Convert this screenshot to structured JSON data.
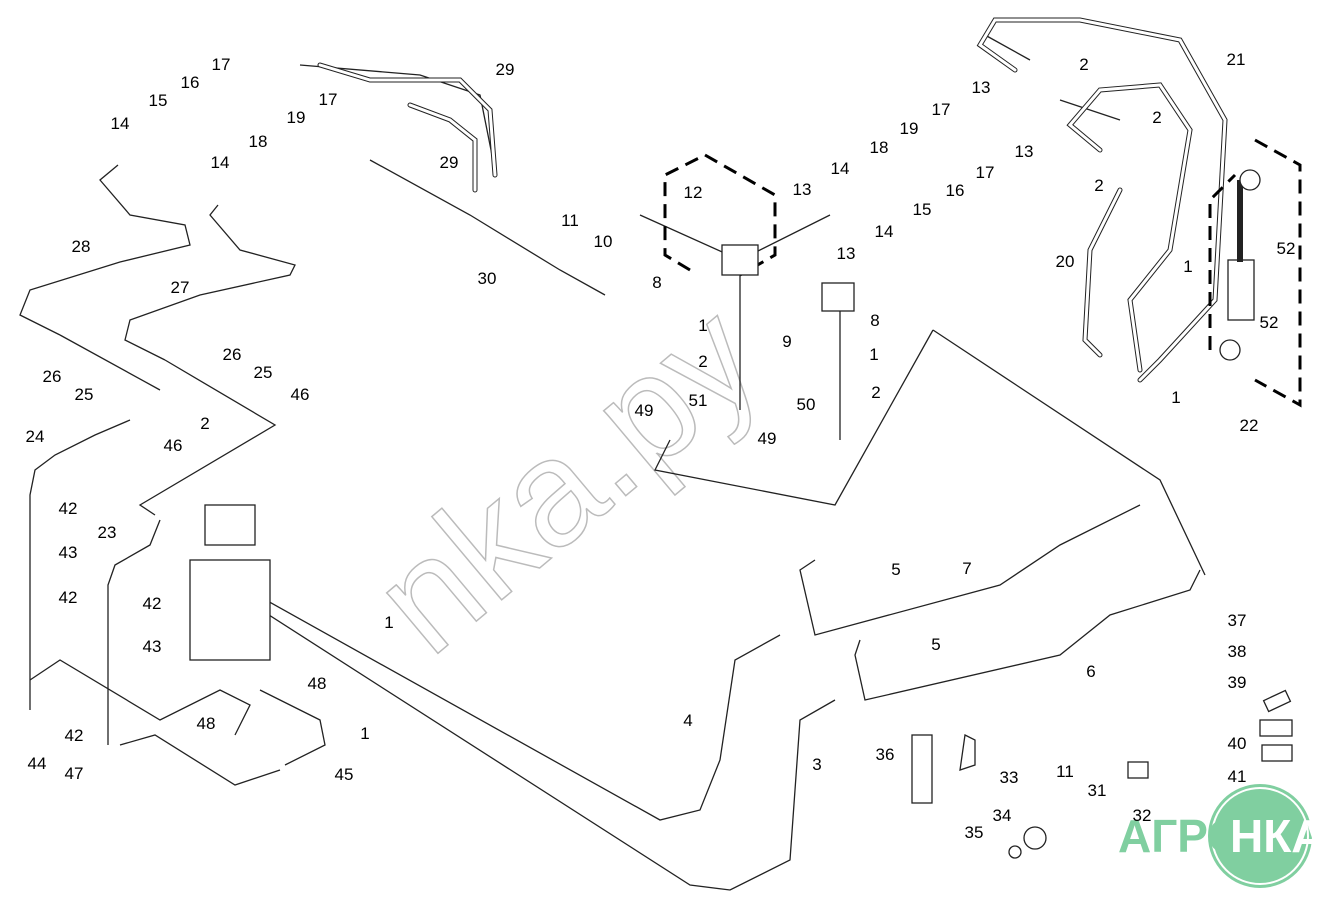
{
  "watermark": "nka.py",
  "logo": {
    "left": "АГРО",
    "right": "НКА",
    "color": "#80cfa0"
  },
  "callouts": [
    "17",
    "16",
    "15",
    "14",
    "29",
    "17",
    "19",
    "18",
    "14",
    "29",
    "30",
    "28",
    "27",
    "26",
    "25",
    "26",
    "25",
    "46",
    "2",
    "46",
    "24",
    "42",
    "43",
    "42",
    "23",
    "42",
    "43",
    "42",
    "44",
    "47",
    "48",
    "48",
    "45",
    "1",
    "1",
    "12",
    "11",
    "10",
    "8",
    "9",
    "1",
    "2",
    "51",
    "49",
    "49",
    "50",
    "13",
    "14",
    "18",
    "13",
    "14",
    "8",
    "1",
    "2",
    "19",
    "17",
    "16",
    "15",
    "13",
    "2",
    "17",
    "13",
    "2",
    "2",
    "21",
    "20",
    "1",
    "1",
    "52",
    "52",
    "22",
    "5",
    "7",
    "5",
    "6",
    "4",
    "3",
    "36",
    "33",
    "11",
    "31",
    "32",
    "34",
    "35",
    "37",
    "38",
    "39",
    "40",
    "41"
  ]
}
